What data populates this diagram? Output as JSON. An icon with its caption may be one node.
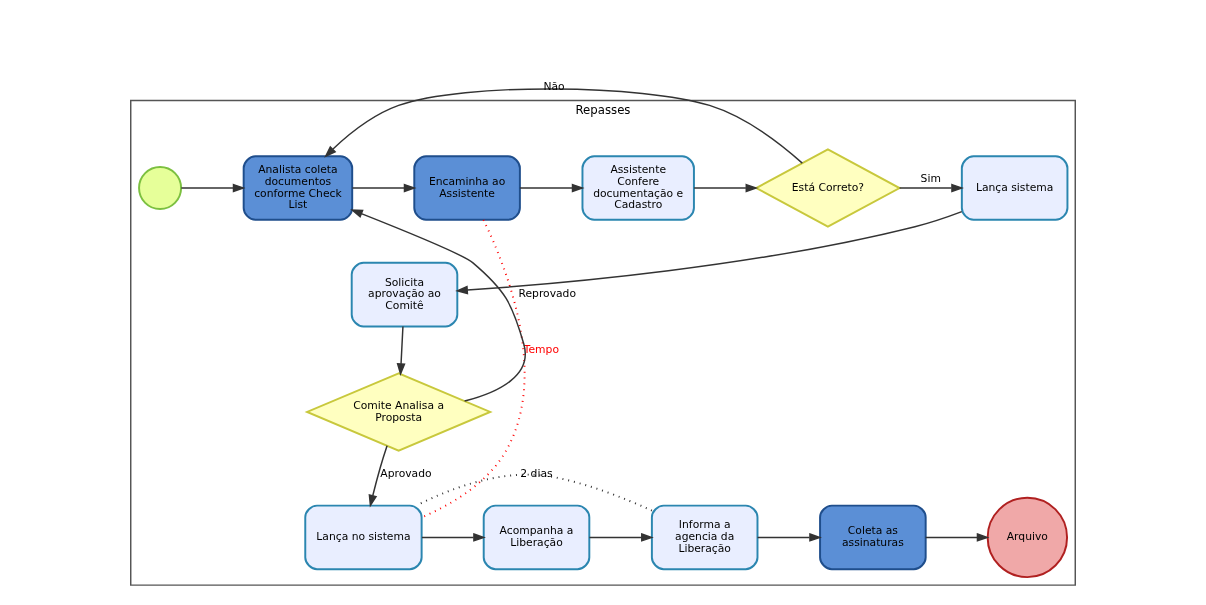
{
  "diagram": {
    "nodes": [
      {
        "text": [
          "Repasses"
        ]
      },
      {
        "text": [],
        "shape": "circle",
        "in": 0
      },
      {
        "text": [
          "Analista coleta documentos conforme Check List"
        ],
        "in": 0
      },
      {
        "text": [
          "Encaminha ao Assistente"
        ],
        "in": 0
      },
      {
        "text": [
          "Assistente Confere documentação e Cadastro"
        ],
        "in": 0
      },
      {
        "text": [
          "Está Correto?"
        ],
        "in": 0
      },
      {
        "text": [
          "Lança sistema"
        ],
        "in": 0
      },
      {
        "text": [
          "Solicita aprovação ao Comitê"
        ],
        "in": 0
      },
      {
        "text": [
          "Comite Analisa a Proposta"
        ],
        "in": 0
      },
      {
        "text": [
          "Lança no sistema"
        ],
        "in": 0
      },
      {
        "text": [
          "Acompanha a Liberação"
        ],
        "in": 0
      },
      {
        "text": [
          "Informa a agencia da Liberação"
        ],
        "in": 0
      },
      {
        "text": [
          "Coleta as assinaturas"
        ],
        "in": 0
      },
      {
        "text": [
          "Arquivo"
        ],
        "in": 0
      }
    ],
    "edges": [
      {
        "from": 1,
        "to": 2,
        "arrow": "to"
      },
      {
        "from": 2,
        "to": 3,
        "arrow": "to"
      },
      {
        "from": 3,
        "to": 4,
        "arrow": "to"
      },
      {
        "from": 4,
        "to": 5,
        "arrow": "to"
      },
      {
        "from": 5,
        "to": 6,
        "label": "Sim",
        "arrow": "to"
      },
      {
        "from": 5,
        "to": 2,
        "label": "Não",
        "arrow": "to"
      },
      {
        "from": 6,
        "to": 7,
        "arrow": "to"
      },
      {
        "from": 7,
        "to": 8,
        "arrow": "to"
      },
      {
        "from": 8,
        "to": 2,
        "label": "Reprovado",
        "arrow": "to"
      },
      {
        "from": 8,
        "to": 9,
        "label": "Aprovado",
        "arrow": "to"
      },
      {
        "from": 9,
        "to": 10,
        "arrow": "to"
      },
      {
        "from": 10,
        "to": 11,
        "arrow": "to"
      },
      {
        "from": 11,
        "to": 12,
        "arrow": "to"
      },
      {
        "from": 12,
        "to": 13,
        "arrow": "to"
      },
      {
        "from": 3,
        "to": 9,
        "label": "Tempo",
        "arrow": "none",
        "style": "dashed",
        "color": "#ff0000"
      },
      {
        "from": 11,
        "to": 9,
        "label": "2 dias",
        "arrow": "none",
        "style": "dashed"
      }
    ]
  }
}
